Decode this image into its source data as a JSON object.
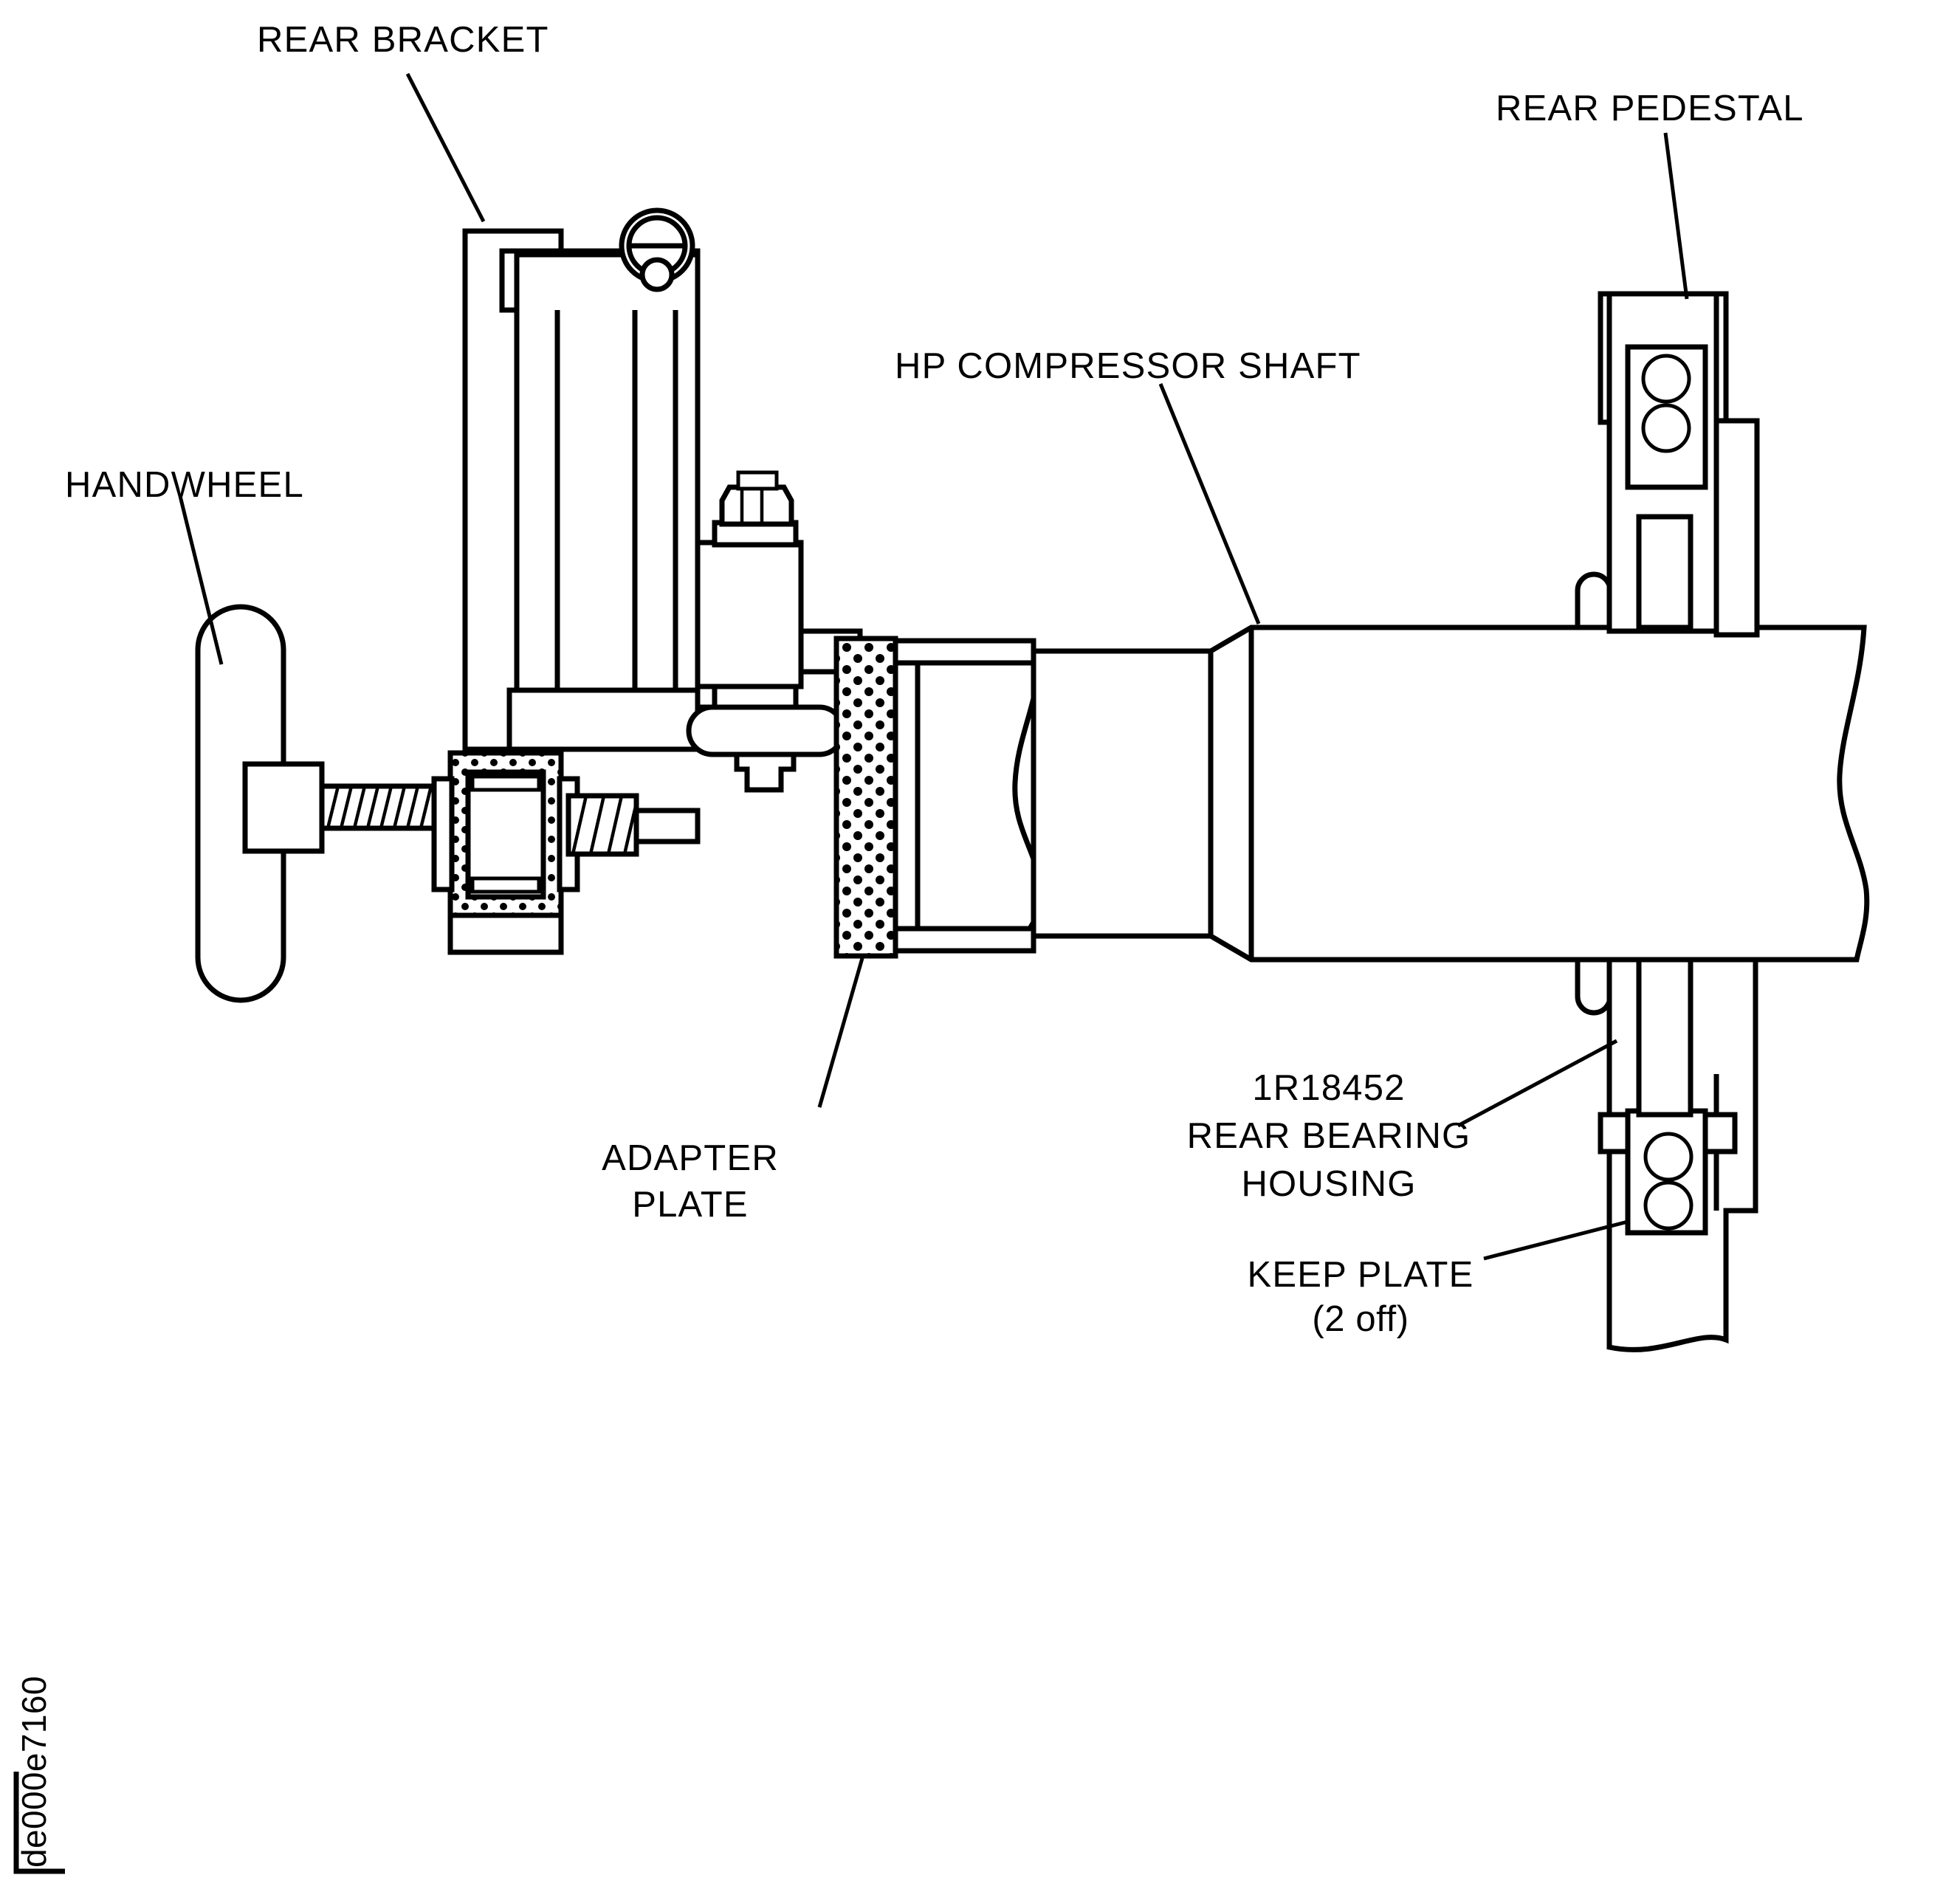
{
  "figure": {
    "id_label": "de000e7160",
    "background_color": "#ffffff",
    "line_color": "#000000"
  },
  "labels": {
    "rear_bracket": "REAR BRACKET",
    "rear_pedestal": "REAR PEDESTAL",
    "hp_compressor_shaft": "HP COMPRESSOR SHAFT",
    "handwheel": "HANDWHEEL",
    "adapter_plate_line1": "ADAPTER",
    "adapter_plate_line2": "PLATE",
    "bearing_housing_line1": "1R18452",
    "bearing_housing_line2": "REAR BEARING",
    "bearing_housing_line3": "HOUSING",
    "keep_plate_line1": "KEEP PLATE",
    "keep_plate_line2": "(2 off)"
  },
  "parts": {
    "rear_bracket": "rear-bracket",
    "lifting_eye": "lifting-eye",
    "handwheel": "handwheel",
    "screw_thread": "threaded-screw",
    "nut_block": "nut-block",
    "hex_nut": "hex-nut",
    "adapter_plate": "adapter-plate",
    "bearing_housing": "rear-bearing-housing",
    "compressor_shaft": "hp-compressor-shaft",
    "rear_pedestal": "rear-pedestal",
    "keep_plate_upper": "keep-plate-upper",
    "keep_plate_lower": "keep-plate-lower"
  }
}
